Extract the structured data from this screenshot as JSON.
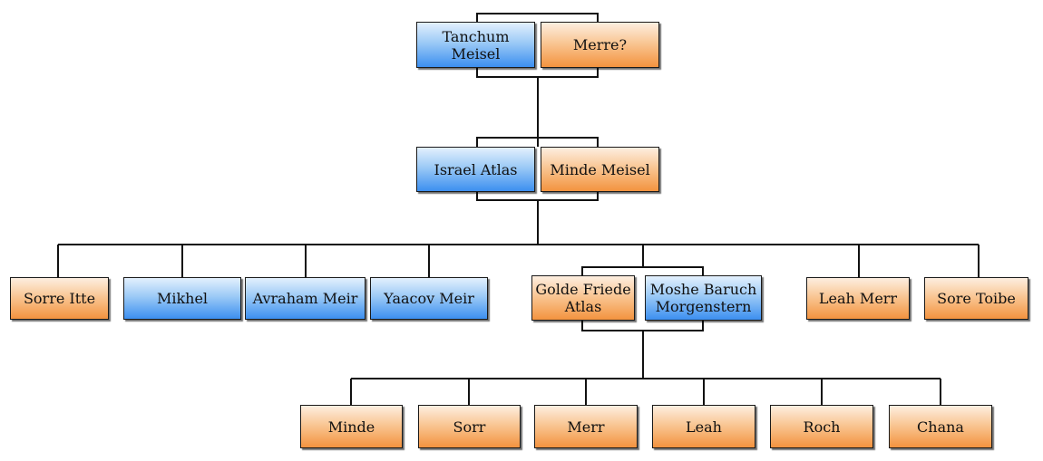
{
  "people": {
    "tanchum": {
      "name": "Tanchum Meisel",
      "gender": "m"
    },
    "merre": {
      "name": "Merre?",
      "gender": "f"
    },
    "israel": {
      "name": "Israel Atlas",
      "gender": "m"
    },
    "minde_meisel": {
      "name": "Minde Meisel",
      "gender": "f"
    },
    "sorre_itte": {
      "name": "Sorre Itte",
      "gender": "f"
    },
    "mikhel": {
      "name": "Mikhel",
      "gender": "m"
    },
    "avraham": {
      "name": "Avraham Meir",
      "gender": "m"
    },
    "yaacov": {
      "name": "Yaacov Meir",
      "gender": "m"
    },
    "golde": {
      "name": "Golde Friede Atlas",
      "gender": "f"
    },
    "moshe": {
      "name": "Moshe Baruch Morgenstern",
      "gender": "m"
    },
    "leah_merr": {
      "name": "Leah Merr",
      "gender": "f"
    },
    "sore_toibe": {
      "name": "Sore Toibe",
      "gender": "f"
    },
    "minde": {
      "name": "Minde",
      "gender": "f"
    },
    "sorr": {
      "name": "Sorr",
      "gender": "f"
    },
    "merr": {
      "name": "Merr",
      "gender": "f"
    },
    "leah": {
      "name": "Leah",
      "gender": "f"
    },
    "roch": {
      "name": "Roch",
      "gender": "f"
    },
    "chana": {
      "name": "Chana",
      "gender": "f"
    }
  },
  "colors": {
    "male": "#3c8ff0",
    "female": "#f3933f",
    "line": "#111111"
  }
}
